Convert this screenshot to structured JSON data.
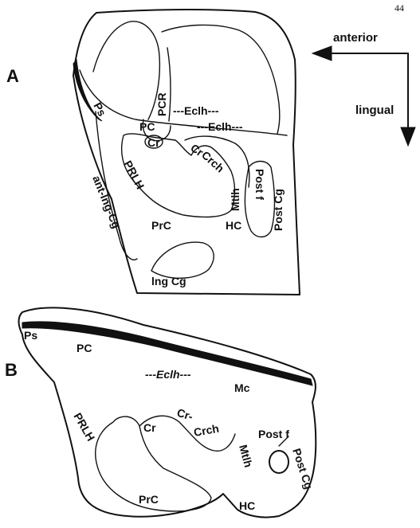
{
  "page_number": "44",
  "direction": {
    "anterior": "anterior",
    "lingual": "lingual"
  },
  "panel_a": {
    "letter": "A",
    "labels": {
      "ps": "Ps",
      "pcr": "PCR",
      "eclh_top": "---Eclh---",
      "pc": "PC",
      "eclh_mid": "---Eclh---",
      "cr": "Cr",
      "cr_crch_cr": "Cr",
      "crch": "Crch",
      "prlh": "PRLH",
      "ant_lng_cg": "ant-lng-Cg",
      "post_cg": "Post Cg",
      "post_f": "Post f",
      "mtlh": "Mtlh",
      "prc": "PrC",
      "hc": "HC",
      "lng_cg": "lng Cg"
    }
  },
  "panel_b": {
    "letter": "B",
    "labels": {
      "ps": "Ps",
      "pc": "PC",
      "eclh": "---Eclh---",
      "mc": "Mc",
      "prlh": "PRLH",
      "cr": "Cr",
      "cr_dash": "Cr-",
      "crch": "Crch",
      "mtlh": "Mtlh",
      "post_f": "Post f",
      "post_cg": "Post Cg",
      "prc": "PrC",
      "hc": "HC"
    }
  }
}
